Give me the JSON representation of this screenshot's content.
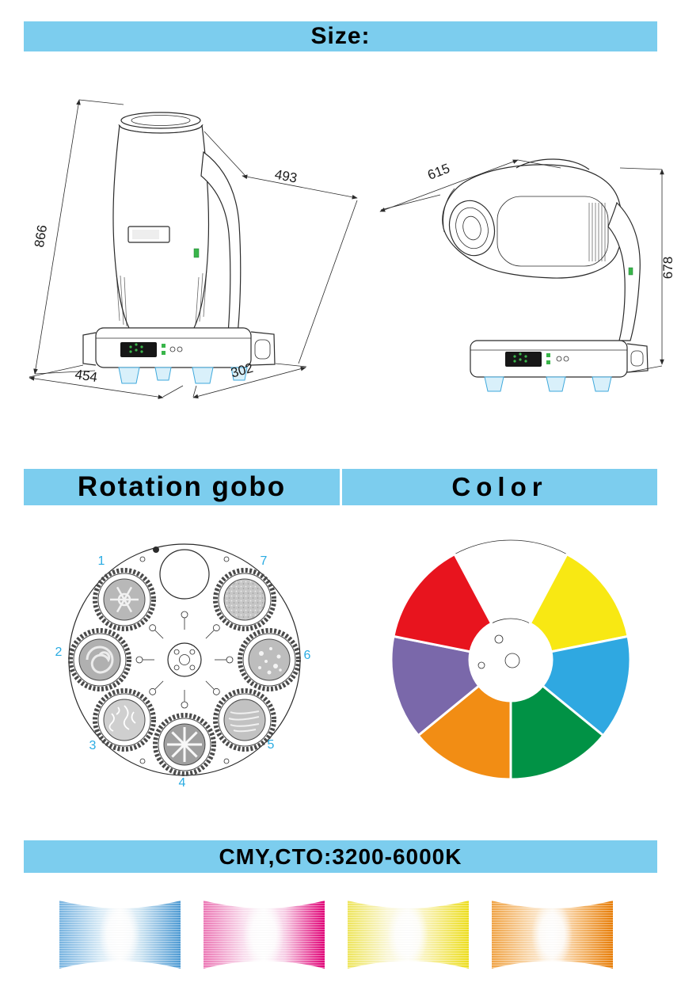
{
  "page": {
    "background": "#ffffff",
    "banner_color": "#7ccdee"
  },
  "size_section": {
    "title": "Size:",
    "dimensions": {
      "front_height": "866",
      "front_depth": "493",
      "front_width": "454",
      "front_base_depth": "302",
      "side_length": "615",
      "side_height": "678"
    }
  },
  "gobo_section": {
    "title": "Rotation gobo",
    "numbers": [
      "1",
      "2",
      "3",
      "4",
      "5",
      "6",
      "7"
    ],
    "number_color": "#29abe2"
  },
  "color_section": {
    "title": "Color",
    "wheel_colors": {
      "red": "#e8141e",
      "yellow": "#f8e813",
      "cyan": "#2fa8e1",
      "green": "#019245",
      "orange": "#f28d14",
      "purple": "#7a68aa"
    }
  },
  "cmy_section": {
    "title": "CMY,CTO:3200-6000K",
    "swatches": [
      {
        "name": "cyan",
        "edge_color": "#4e9bd5"
      },
      {
        "name": "magenta",
        "edge_color": "#e20177"
      },
      {
        "name": "yellow",
        "edge_color": "#efdf1c"
      },
      {
        "name": "orange",
        "edge_color": "#e97d05"
      }
    ]
  }
}
